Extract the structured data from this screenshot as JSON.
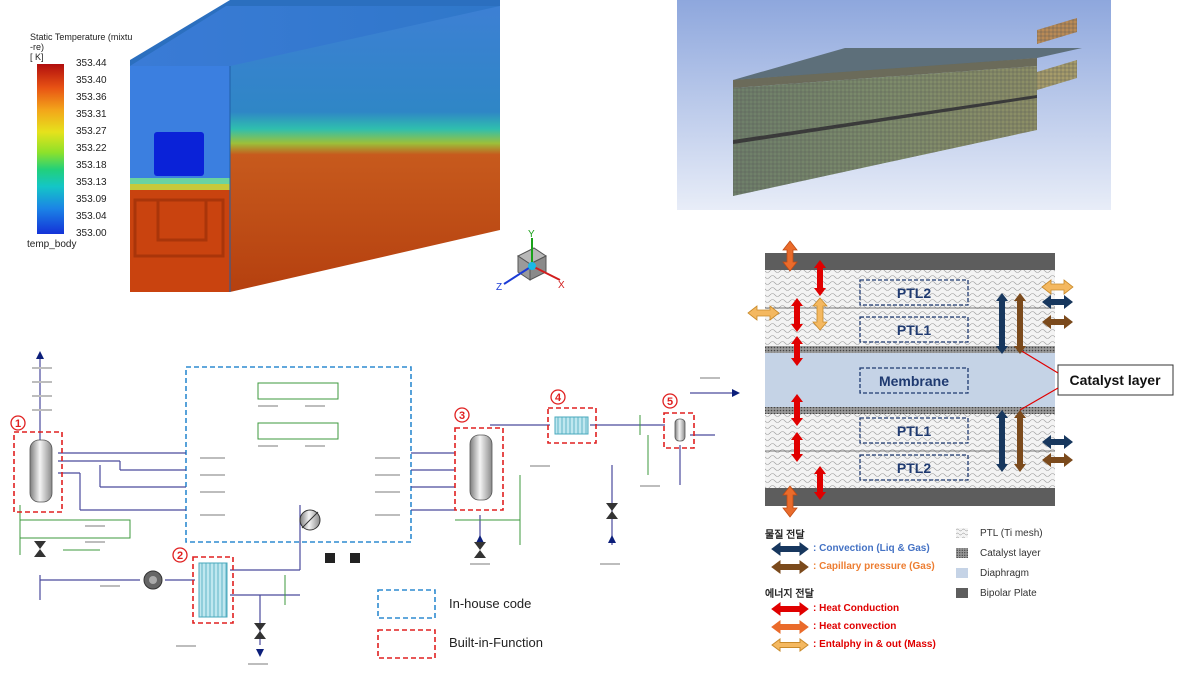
{
  "cfd": {
    "legend_title_lines": [
      "Static Temperature (mixtu",
      "-re)",
      "[ K]"
    ],
    "ticks": [
      "353.44",
      "353.40",
      "353.36",
      "353.31",
      "353.27",
      "353.22",
      "353.18",
      "353.13",
      "353.09",
      "353.04",
      "353.00"
    ],
    "footer": "temp_body",
    "colors": [
      "#b10e0e",
      "#e85314",
      "#f3a51a",
      "#e6e21c",
      "#8ee12a",
      "#22d07a",
      "#14c6c6",
      "#1b84e6",
      "#1432d8"
    ]
  },
  "axes": {
    "x": "X",
    "y": "Y",
    "z": "Z"
  },
  "mesh": {},
  "layers": {
    "labels": [
      "PTL2",
      "PTL1",
      "Membrane",
      "PTL1",
      "PTL2"
    ],
    "catalyst_callout": "Catalyst layer",
    "colors": {
      "bipolar": "#5d5d5d",
      "membrane": "#c5d3e6",
      "ptl": "#f2f2f2",
      "convection": "#17375e",
      "capillary": "#7b4a1c",
      "heat_cond": "#e00000",
      "heat_conv": "#ea6b2b",
      "enthalpy": "#f4b860"
    }
  },
  "legend": {
    "mass_title": "물질 전달",
    "mass_items": [
      {
        "label": ": Convection (Liq & Gas)",
        "color": "#4472c4",
        "arrow_color": "#17375e"
      },
      {
        "label": ": Capillary pressure (Gas)",
        "color": "#ed7d31",
        "arrow_color": "#7b4a1c"
      }
    ],
    "energy_title": "에너지 전달",
    "energy_items": [
      {
        "label": ": Heat Conduction",
        "color": "#e00000",
        "arrow_color": "#e00000"
      },
      {
        "label": ": Heat convection",
        "color": "#e00000",
        "arrow_color": "#ea6b2b"
      },
      {
        "label": ": Entalphy in & out (Mass)",
        "color": "#e00000",
        "arrow_color": "#f4b860"
      }
    ],
    "materials": [
      "PTL (Ti mesh)",
      "Catalyst layer",
      "Diaphragm",
      "Bipolar Plate"
    ]
  },
  "process": {
    "numbers": [
      "1",
      "2",
      "3",
      "4",
      "5"
    ],
    "inhouse_label": "In-house code",
    "builtin_label": "Built-in-Function",
    "inhouse_color": "#2e8bd0",
    "builtin_color": "#e02020"
  }
}
